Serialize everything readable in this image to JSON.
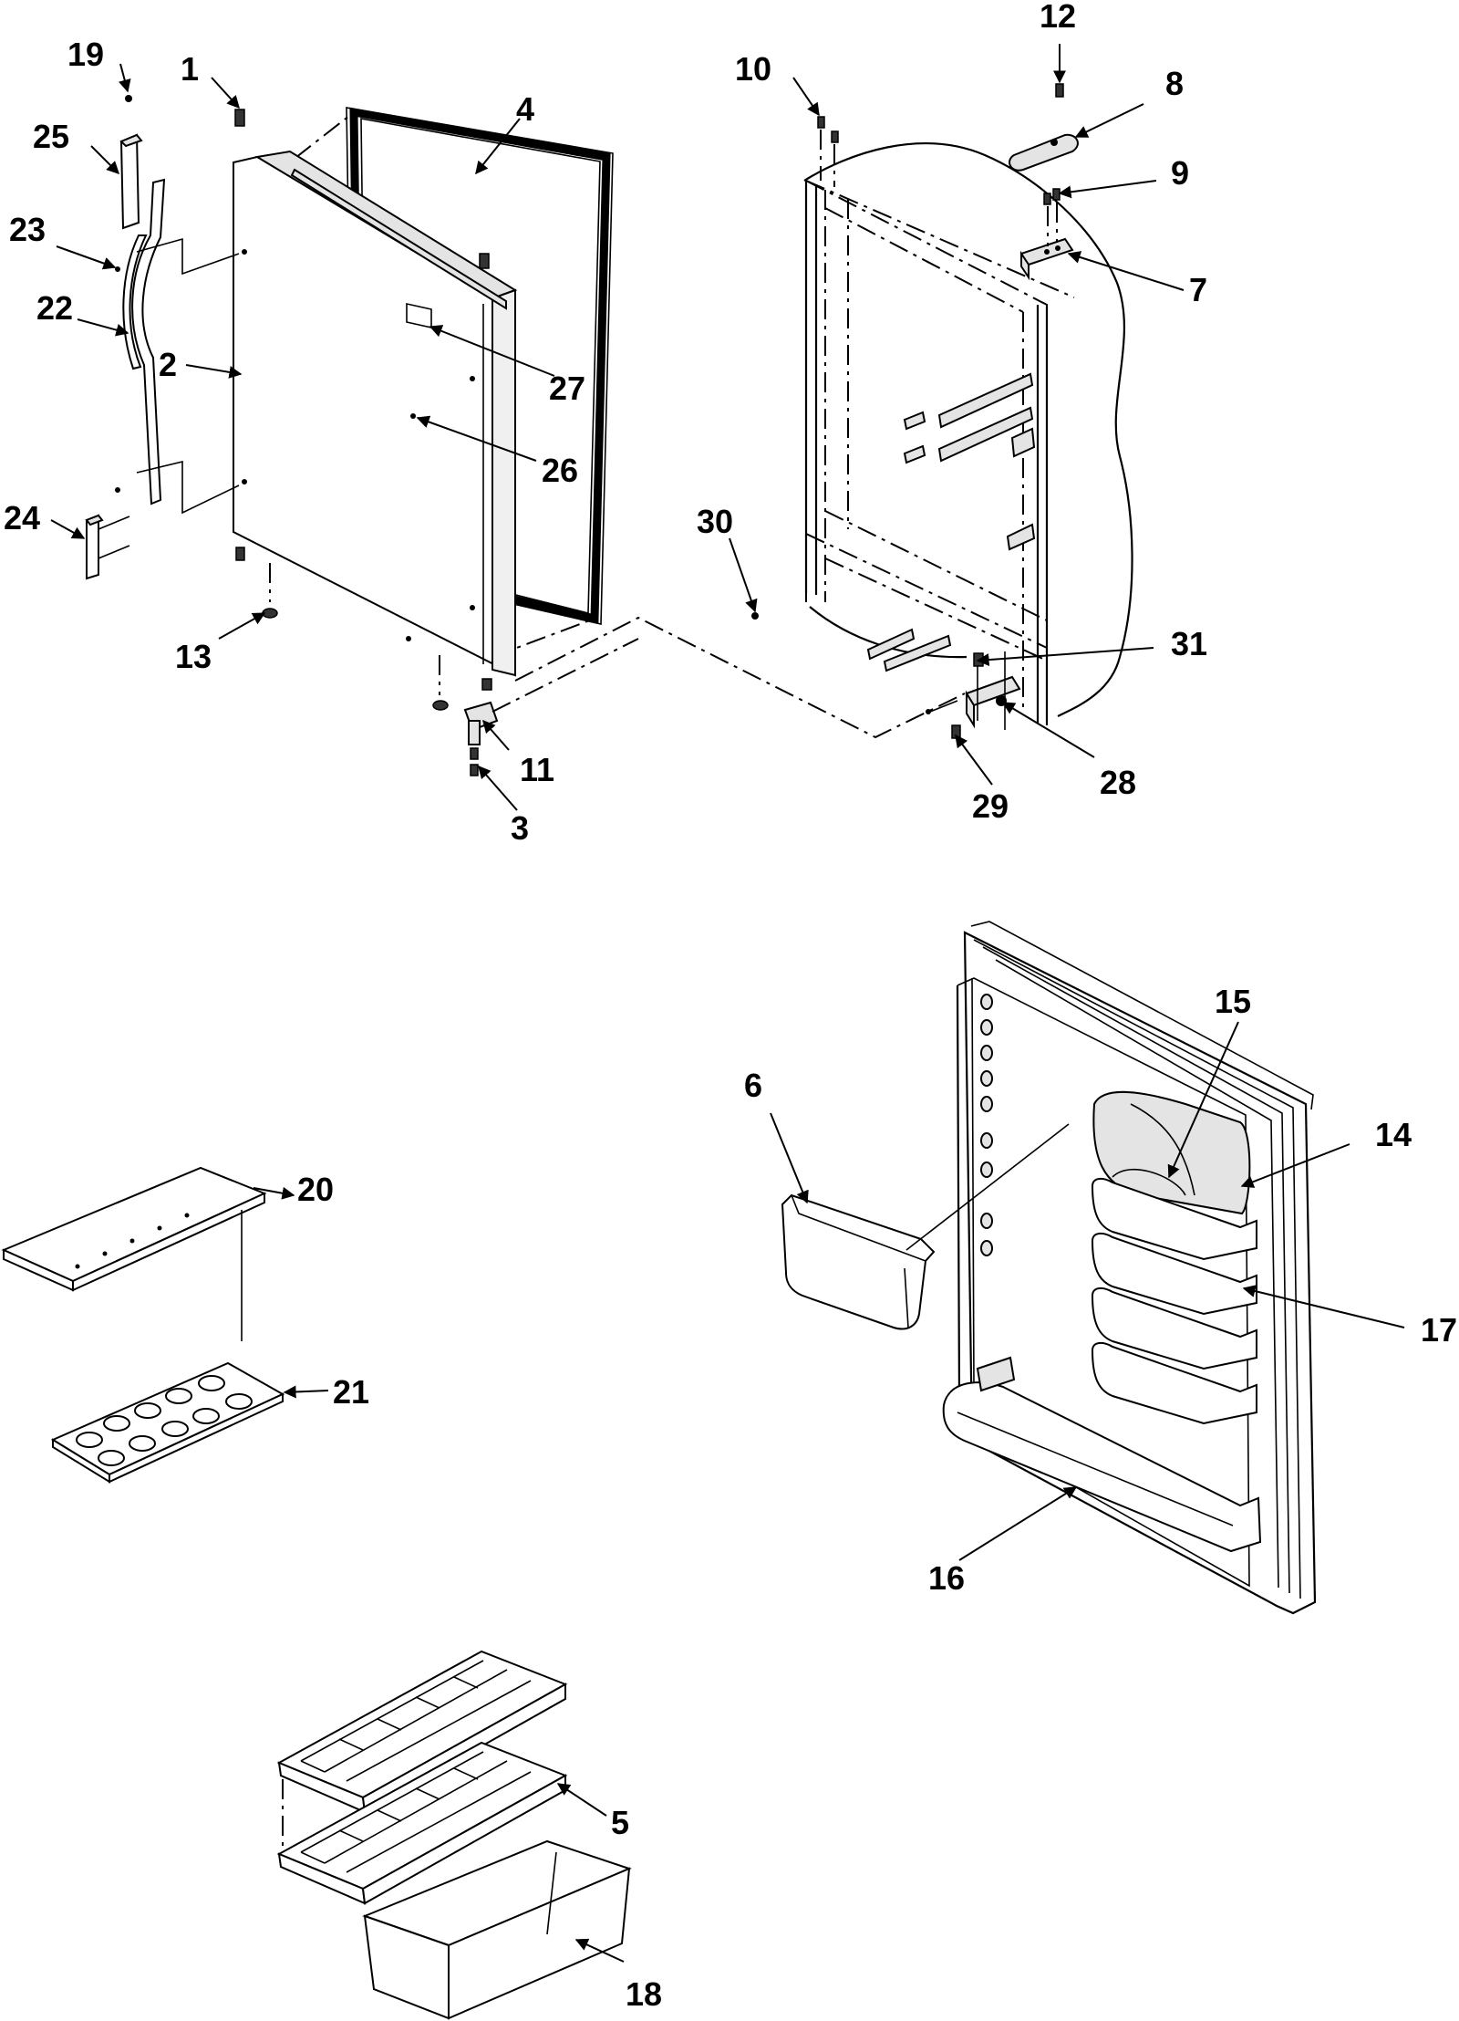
{
  "callouts": [
    {
      "id": "1",
      "text": "1"
    },
    {
      "id": "2",
      "text": "2"
    },
    {
      "id": "3",
      "text": "3"
    },
    {
      "id": "4",
      "text": "4"
    },
    {
      "id": "5",
      "text": "5"
    },
    {
      "id": "6",
      "text": "6"
    },
    {
      "id": "7",
      "text": "7"
    },
    {
      "id": "8",
      "text": "8"
    },
    {
      "id": "9",
      "text": "9"
    },
    {
      "id": "10",
      "text": "10"
    },
    {
      "id": "11",
      "text": "11"
    },
    {
      "id": "12",
      "text": "12"
    },
    {
      "id": "13",
      "text": "13"
    },
    {
      "id": "14",
      "text": "14"
    },
    {
      "id": "15",
      "text": "15"
    },
    {
      "id": "16",
      "text": "16"
    },
    {
      "id": "17",
      "text": "17"
    },
    {
      "id": "18",
      "text": "18"
    },
    {
      "id": "19",
      "text": "19"
    },
    {
      "id": "20",
      "text": "20"
    },
    {
      "id": "21",
      "text": "21"
    },
    {
      "id": "22",
      "text": "22"
    },
    {
      "id": "23",
      "text": "23"
    },
    {
      "id": "24",
      "text": "24"
    },
    {
      "id": "25",
      "text": "25"
    },
    {
      "id": "26",
      "text": "26"
    },
    {
      "id": "27",
      "text": "27"
    },
    {
      "id": "28",
      "text": "28"
    },
    {
      "id": "29",
      "text": "29"
    },
    {
      "id": "30",
      "text": "30"
    },
    {
      "id": "31",
      "text": "31"
    }
  ],
  "colors": {
    "line": "#000000",
    "background": "#ffffff",
    "shade": "#e4e4e4"
  }
}
